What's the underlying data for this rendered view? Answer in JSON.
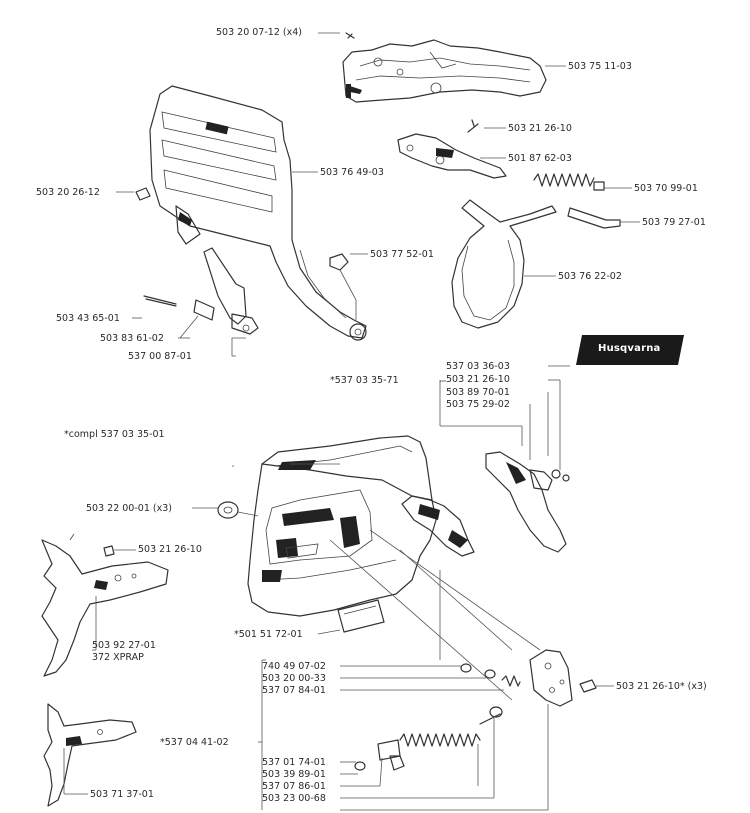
{
  "labels": {
    "p1": "503 20 07-12 (x4)",
    "p2": "503 75 11-03",
    "p3": "503 21 26-10",
    "p4": "501 87 62-03",
    "p5": "503 76 49-03",
    "p6": "503 20 26-12",
    "p7": "503 70 99-01",
    "p8": "503 79 27-01",
    "p9": "503 77 52-01",
    "p10": "503 76 22-02",
    "p11": "503 43 65-01",
    "p12": "503 83 61-02",
    "p13": "537 00 87-01",
    "p14": "537 03 36-03",
    "p15": "*537 03 35-71",
    "p16": "503 21 26-10",
    "p17": "503 89 70-01",
    "p18": "503 75 29-02",
    "p19": "*compl 537 03 35-01",
    "p20": "503 22 00-01 (x3)",
    "p21": "503 21 26-10",
    "p22": "*501 51 72-01",
    "p23": "503 92 27-01",
    "p24": "372 XPRAP",
    "p25": "740 49 07-02",
    "p26": "503 20 00-33",
    "p27": "537 07 84-01",
    "p28": "503 21 26-10* (x3)",
    "p29": "*537 04 41-02",
    "p30": "537 01 74-01",
    "p31": "503 39 89-01",
    "p32": "537 07 86-01",
    "p33": "503 23 00-68",
    "p34": "503 71 37-01"
  },
  "brand": "Husqvarna"
}
